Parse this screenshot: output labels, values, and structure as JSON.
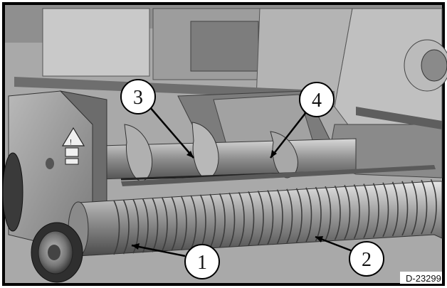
{
  "figure": {
    "callouts": [
      {
        "id": "1",
        "label": "1"
      },
      {
        "id": "2",
        "label": "2"
      },
      {
        "id": "3",
        "label": "3"
      },
      {
        "id": "4",
        "label": "4"
      }
    ],
    "drawing_id": "D-23299"
  }
}
